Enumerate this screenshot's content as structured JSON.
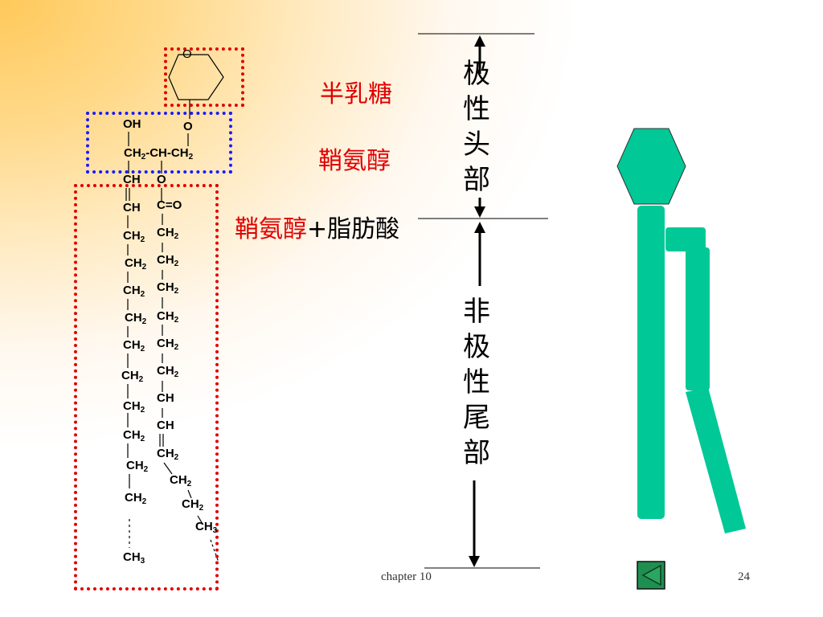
{
  "labels": {
    "galactose": "半乳糖",
    "sphingosine": "鞘氨醇",
    "ceramide_a": "鞘氨醇",
    "ceramide_b": "+脂肪酸",
    "polar_head": [
      "极",
      "性",
      "头",
      "部"
    ],
    "nonpolar_tail": [
      "非",
      "极",
      "性",
      "尾",
      "部"
    ]
  },
  "molecule": {
    "ring_o": "O",
    "oh": "OH",
    "link_o": "O",
    "glycerol_a": "CH",
    "glycerol_b": "-CH-CH",
    "left_chain": [
      "CH",
      "CH",
      "CH2",
      "CH2",
      "CH2",
      "CH2",
      "CH2",
      "CH2",
      "CH2",
      "CH2",
      "CH2",
      "CH2",
      "CH3"
    ],
    "right_chain": [
      "O",
      "C=O",
      "CH2",
      "CH2",
      "CH2",
      "CH2",
      "CH2",
      "CH2",
      "CH",
      "CH",
      "CH2",
      "CH2",
      "CH2",
      "CH3"
    ]
  },
  "footer": {
    "chapter": "chapter 10",
    "page": "24"
  },
  "colors": {
    "red": "#e00000",
    "blue": "#1a1aff",
    "lipid": "#00c896",
    "nav": "#1f8f50"
  }
}
